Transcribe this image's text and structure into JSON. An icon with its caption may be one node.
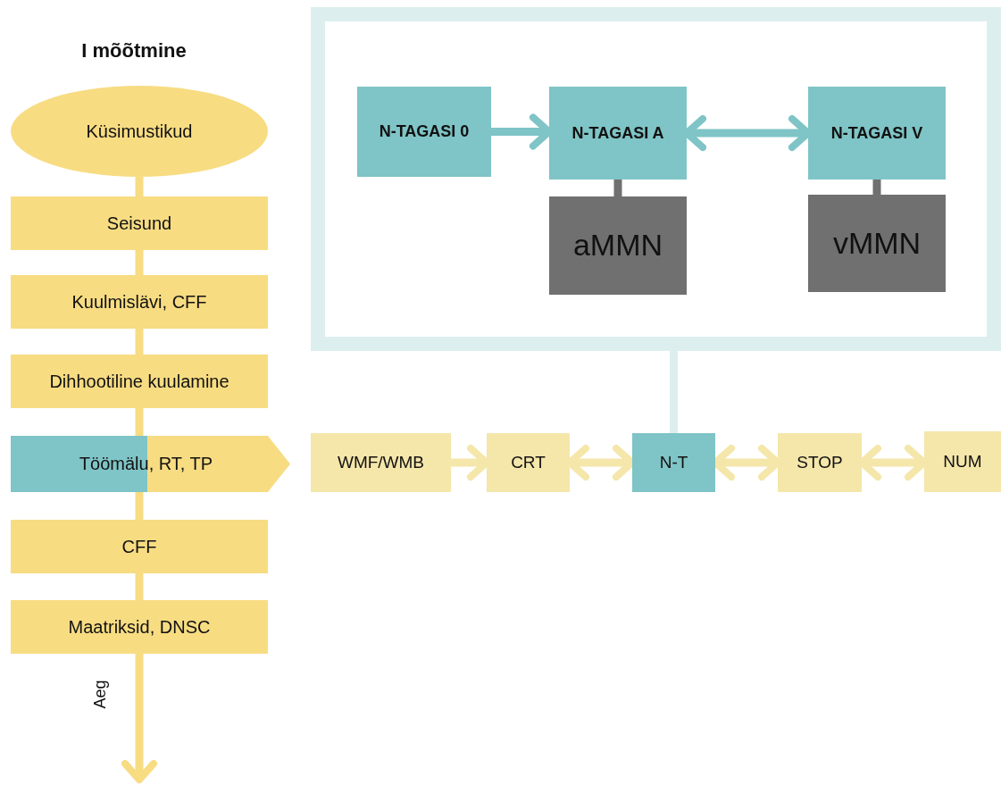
{
  "diagram": {
    "title": "I mõõtmine",
    "nodes": [
      {
        "text": [
          "Küsimustikud"
        ]
      },
      {
        "text": [
          "Seisund"
        ]
      },
      {
        "text": [
          "Kuulmislävi, CFF"
        ]
      },
      {
        "text": [
          "Dihhootiline kuulamine"
        ]
      },
      {
        "text": [
          "Töömälu, RT, TP"
        ]
      },
      {
        "text": [
          "CFF"
        ]
      },
      {
        "text": [
          "Maatriksid, DNSC"
        ]
      },
      {
        "text": [
          "WMF/WMB"
        ]
      },
      {
        "text": [
          "CRT"
        ]
      },
      {
        "text": [
          "N-T"
        ]
      },
      {
        "text": [
          "STOP"
        ]
      },
      {
        "text": [
          "NUM"
        ]
      },
      {
        "text": [],
        "shape": "box"
      },
      {
        "text": [
          "N-TAGASI 0"
        ],
        "in": 12
      },
      {
        "text": [
          "N-TAGASI A"
        ],
        "in": 12
      },
      {
        "text": [
          "N-TAGASI V"
        ],
        "in": 12
      },
      {
        "text": [
          "aMMN"
        ],
        "in": 12
      },
      {
        "text": [
          "vMMN"
        ],
        "in": 12
      }
    ],
    "edges": [
      {
        "from": 0,
        "to": 1,
        "arrow": "none"
      },
      {
        "from": 1,
        "to": 2,
        "arrow": "none"
      },
      {
        "from": 2,
        "to": 3,
        "arrow": "none"
      },
      {
        "from": 3,
        "to": 4,
        "arrow": "none"
      },
      {
        "from": 4,
        "to": 5,
        "arrow": "none"
      },
      {
        "from": 5,
        "to": 6,
        "arrow": "none"
      },
      {
        "from": 6,
        "to": null,
        "arrow": "to",
        "label": "Aeg"
      },
      {
        "from": 7,
        "to": 8,
        "arrow": "to",
        "color": "#f5e6aa"
      },
      {
        "from": 8,
        "to": 9,
        "arrow": "both",
        "color": "#f5e6aa"
      },
      {
        "from": 9,
        "to": 10,
        "arrow": "both",
        "color": "#f5e6aa"
      },
      {
        "from": 10,
        "to": 11,
        "arrow": "both",
        "color": "#f5e6aa"
      },
      {
        "from": 12,
        "to": 9,
        "arrow": "none",
        "color": "#dcefee"
      },
      {
        "from": 13,
        "to": 14,
        "arrow": "to",
        "color": "#7fc4c6"
      },
      {
        "from": 14,
        "to": 15,
        "arrow": "both",
        "color": "#7fc4c6"
      },
      {
        "from": 14,
        "to": 16,
        "arrow": "none",
        "color": "#707070"
      },
      {
        "from": 15,
        "to": 17,
        "arrow": "none",
        "color": "#707070"
      }
    ]
  }
}
